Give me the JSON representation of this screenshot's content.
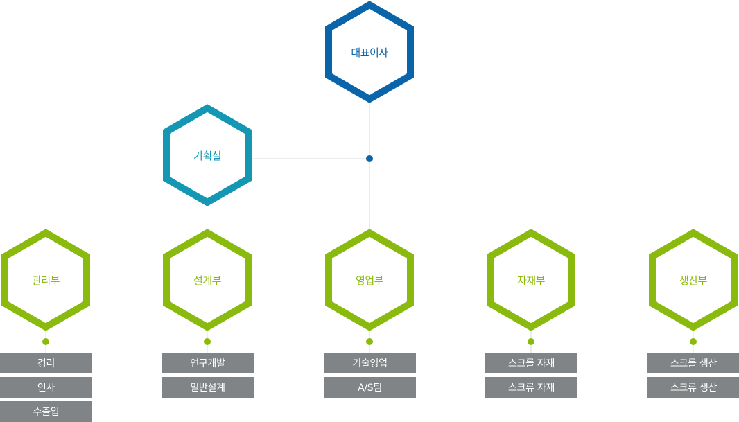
{
  "colors": {
    "ceo": "#0A64AA",
    "planning": "#1497B3",
    "department": "#8BBA0E",
    "connector": "#D9DCDE",
    "box_bg": "#808486",
    "box_text": "#FFFFFF"
  },
  "ceo": {
    "label": "대표이사"
  },
  "planning": {
    "label": "기획실"
  },
  "departments": [
    {
      "label": "관리부",
      "teams": [
        "경리",
        "인사",
        "수출입"
      ]
    },
    {
      "label": "설계부",
      "teams": [
        "연구개발",
        "일반설계"
      ]
    },
    {
      "label": "영업부",
      "teams": [
        "기술영업",
        "A/S팀"
      ]
    },
    {
      "label": "자재부",
      "teams": [
        "스크롤 자재",
        "스크류 자재"
      ]
    },
    {
      "label": "생산부",
      "teams": [
        "스크롤 생산",
        "스크류 생산"
      ]
    }
  ]
}
